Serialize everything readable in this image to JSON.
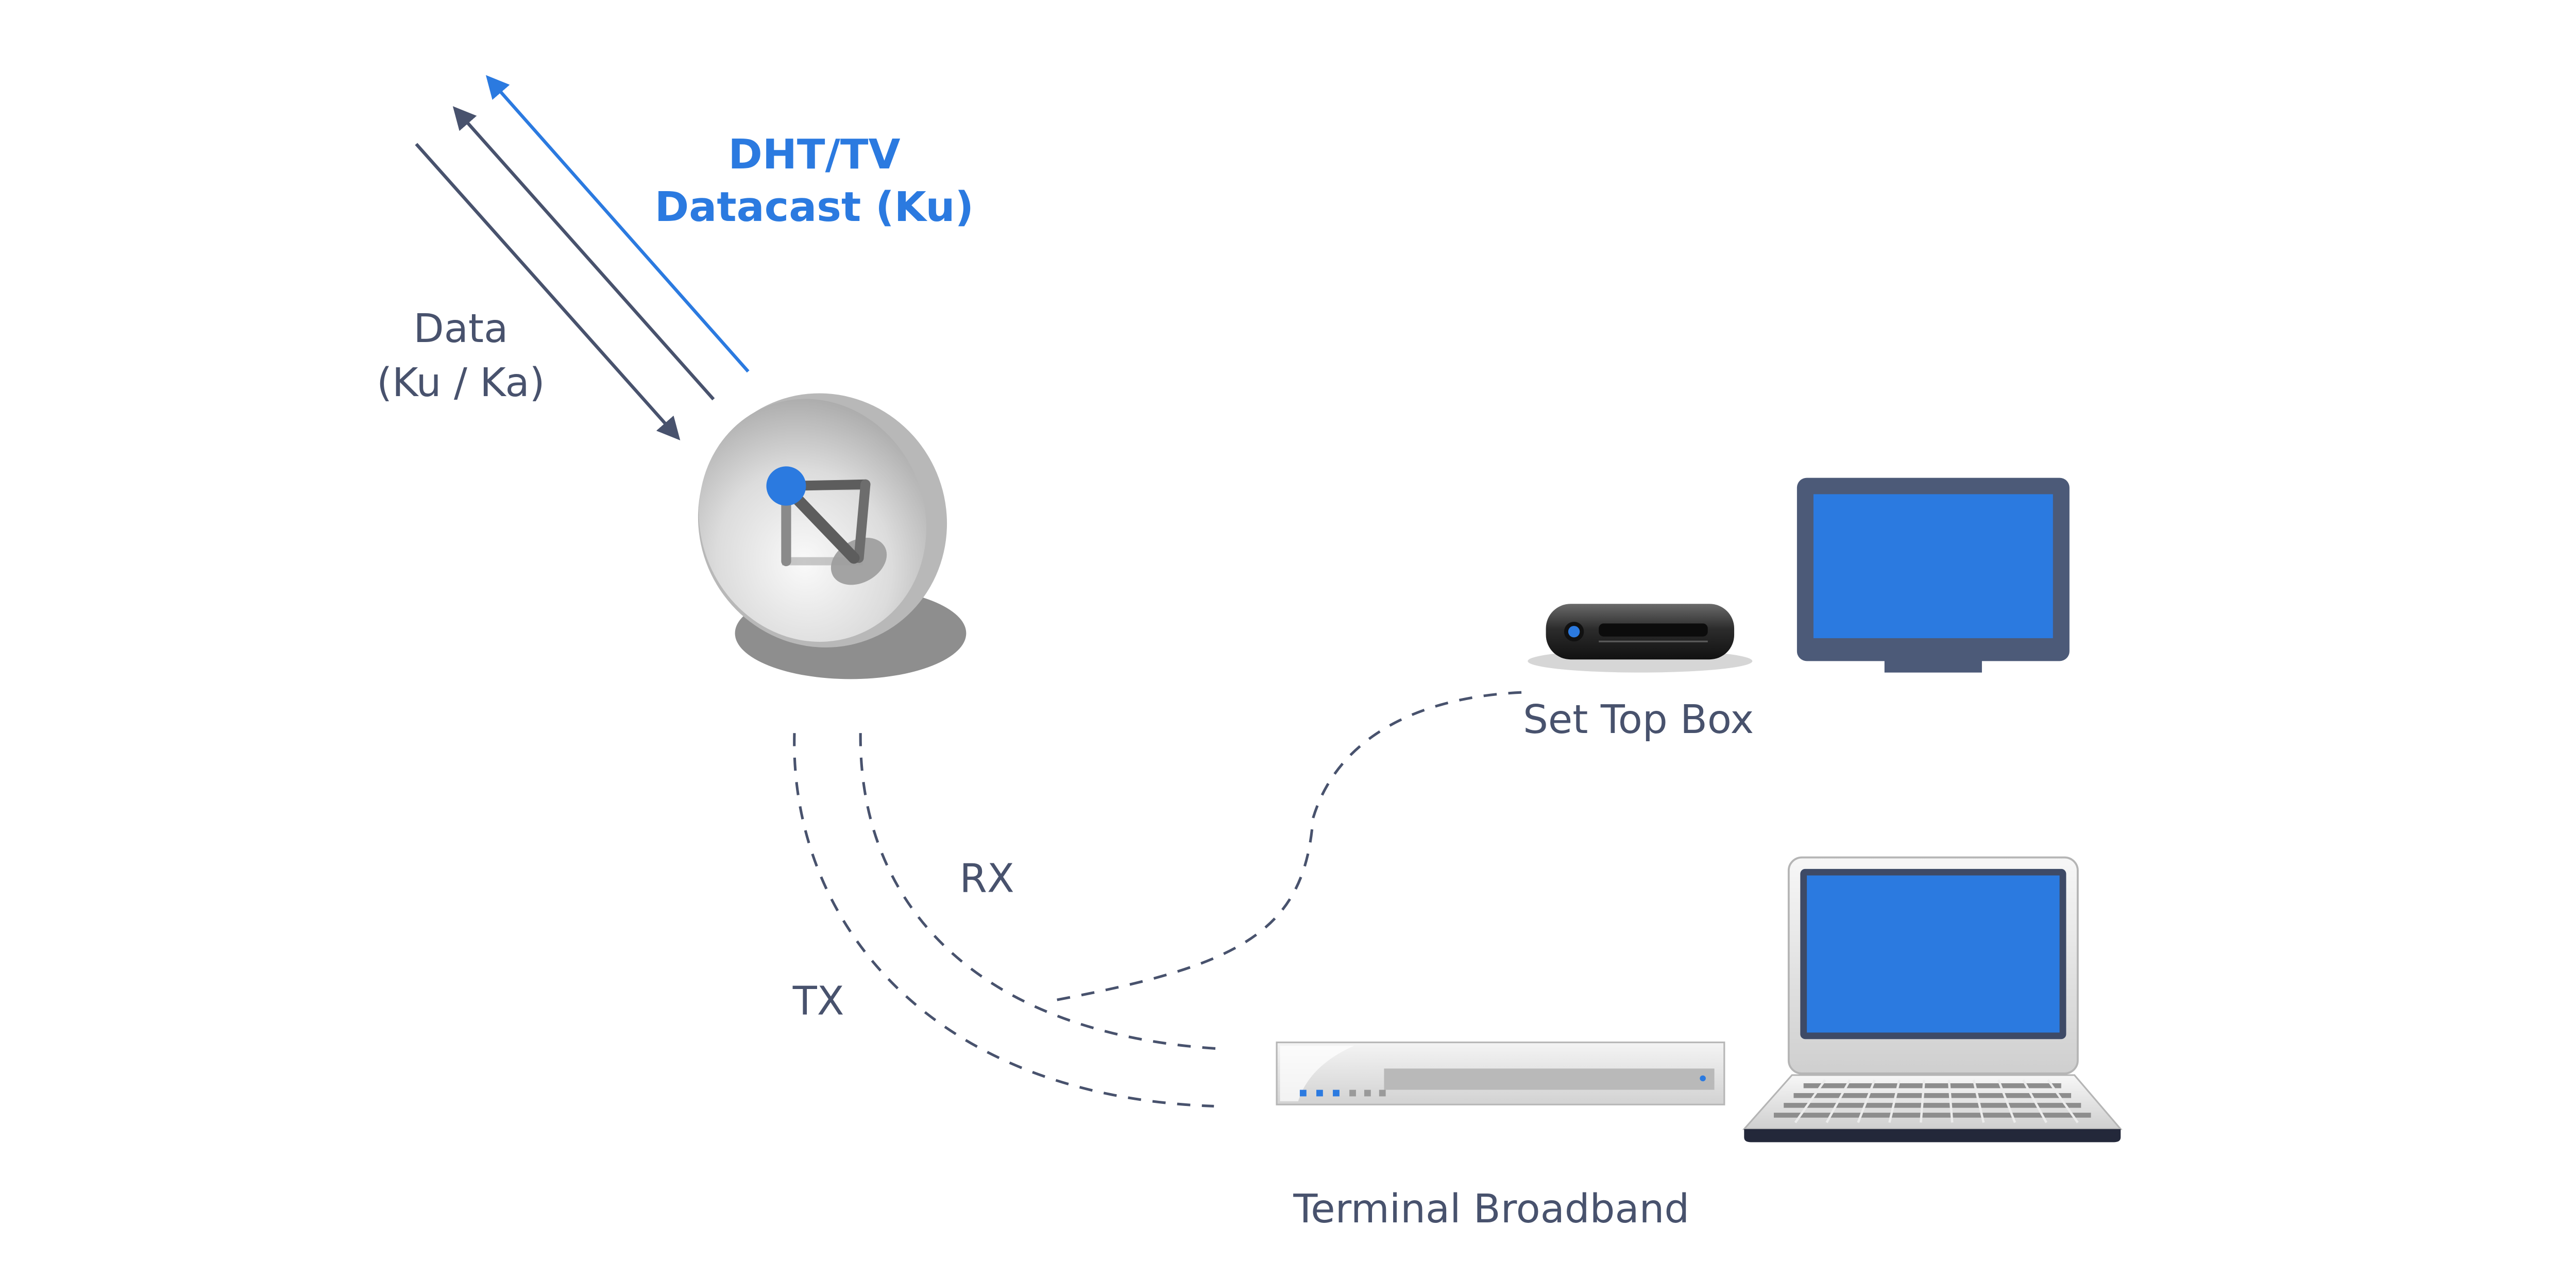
{
  "labels": {
    "dht_line1": "DHT/TV",
    "dht_line2": "Datacast (Ku)",
    "data_line1": "Data",
    "data_line2": "(Ku / Ka)",
    "set_top_box": "Set Top Box",
    "rx": "RX",
    "tx": "TX",
    "terminal_broadband": "Terminal Broadband"
  },
  "colors": {
    "accent_blue": "#2b7ae0",
    "slate": "#48526d",
    "screen_blue": "#2b7ae0",
    "monitor_frame": "#4c5a78"
  },
  "icons": {
    "dish": "satellite-dish-icon",
    "stb": "set-top-box-icon",
    "tv": "tv-monitor-icon",
    "modem": "broadband-terminal-icon",
    "laptop": "laptop-icon"
  }
}
